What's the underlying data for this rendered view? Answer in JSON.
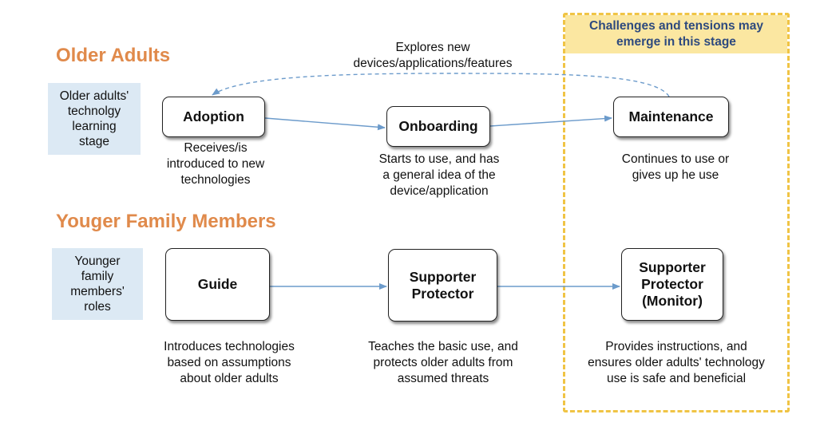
{
  "challenge": {
    "header_lines": [
      "Challenges and tensions may",
      "emerge in this stage"
    ]
  },
  "older_adults": {
    "title": "Older Adults",
    "stage_label_lines": [
      "Older adults'",
      "technolgy",
      "learning",
      "stage"
    ],
    "loop_label_lines": [
      "Explores new",
      "devices/applications/features"
    ],
    "stages": [
      {
        "name": "Adoption",
        "desc_lines": [
          "Receives/is",
          "introduced to new",
          "technologies"
        ]
      },
      {
        "name": "Onboarding",
        "desc_lines": [
          "Starts to use, and has",
          "a general idea of the",
          "device/application"
        ]
      },
      {
        "name": "Maintenance",
        "desc_lines": [
          "Continues to use or",
          "gives up he use"
        ]
      }
    ]
  },
  "family": {
    "title": "Youger Family Members",
    "role_label_lines": [
      "Younger",
      "family",
      "members'",
      "roles"
    ],
    "roles": [
      {
        "name_lines": [
          "Guide"
        ],
        "desc_lines": [
          "Introduces technologies",
          "based on assumptions",
          "about older adults"
        ]
      },
      {
        "name_lines": [
          "Supporter",
          "Protector"
        ],
        "desc_lines": [
          "Teaches the basic use, and",
          "protects older adults from",
          "assumed threats"
        ]
      },
      {
        "name_lines": [
          "Supporter",
          "Protector",
          "(Monitor)"
        ],
        "desc_lines": [
          "Provides instructions, and",
          "ensures older adults' technology",
          "use is safe and beneficial"
        ]
      }
    ]
  },
  "colors": {
    "section_title": "#E08A4B",
    "stage_label_bg": "#DCE9F4",
    "challenge_border": "#F0C445",
    "challenge_header_bg": "#FBE7A1",
    "challenge_header_text": "#2E4A7E",
    "arrow": "#6C9BCB"
  }
}
